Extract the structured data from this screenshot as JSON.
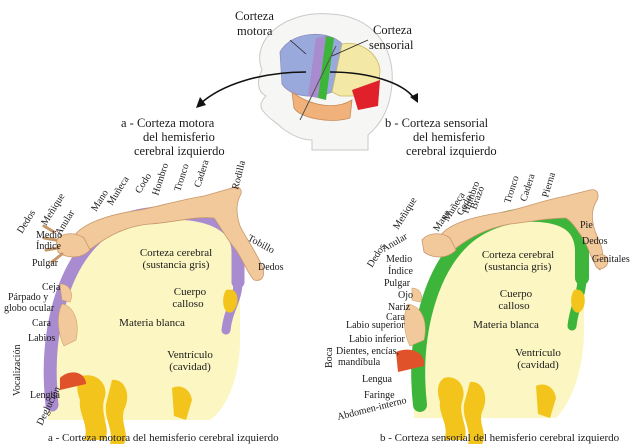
{
  "top": {
    "motor_title_1": "Corteza",
    "motor_title_2": "motora",
    "sensory_title_1": "Corteza",
    "sensory_title_2": "sensorial"
  },
  "panel_a": {
    "heading_1": "a - Corteza motora",
    "heading_2": "del hemisferio",
    "heading_3": "cerebral izquierdo",
    "caption": "a - Corteza motora del hemisferio cerebral izquierdo",
    "inner": {
      "cortex_1": "Corteza cerebral",
      "cortex_2": "(sustancia gris)",
      "callosum_1": "Cuerpo",
      "callosum_2": "calloso",
      "white": "Materia blanca",
      "ventricle_1": "Ventrículo",
      "ventricle_2": "(cavidad)"
    },
    "parts": {
      "dedos": "Dedos",
      "menique": "Meñique",
      "anular": "Anular",
      "medio": "Medio",
      "indice": "Índice",
      "pulgar": "Pulgar",
      "mano": "Mano",
      "muneca": "Muñeca",
      "codo": "Codo",
      "hombro": "Hombro",
      "tronco": "Tronco",
      "cadera": "Cadera",
      "rodilla": "Rodilla",
      "tobillo": "Tobillo",
      "dedos_pie": "Dedos",
      "ceja": "Ceja",
      "parpado": "Párpado y",
      "globo": "globo ocular",
      "cara": "Cara",
      "labios": "Labios",
      "lengua": "Lengua",
      "vocalizacion": "Vocalización",
      "deglucion": "Deglución"
    }
  },
  "panel_b": {
    "heading_1": "b - Corteza sensorial",
    "heading_2": "del hemisferio",
    "heading_3": "cerebral izquierdo",
    "caption": "b - Corteza sensorial del hemisferio cerebral izquierdo",
    "inner": {
      "cortex_1": "Corteza cerebral",
      "cortex_2": "(sustancia gris)",
      "callosum_1": "Cuerpo",
      "callosum_2": "calloso",
      "white": "Materia blanca",
      "ventricle_1": "Ventrículo",
      "ventricle_2": "(cavidad)"
    },
    "parts": {
      "dedos": "Dedos",
      "menique": "Meñique",
      "anular": "Anular",
      "medio": "Medio",
      "indice": "Índice",
      "pulgar": "Pulgar",
      "mano": "Mano",
      "muneca": "Muñeca",
      "codo": "Codo",
      "brazo": "Brazo",
      "hombro": "Hombro",
      "tronco": "Tronco",
      "cadera": "Cadera",
      "pierna": "Pierna",
      "pie": "Pie",
      "dedos_pie": "Dedos",
      "genitales": "Genitales",
      "ojo": "Ojo",
      "nariz": "Nariz",
      "cara": "Cara",
      "labio_sup": "Labio superior",
      "labio_inf": "Labio inferior",
      "dientes_1": "Dientes, encías,",
      "dientes_2": "mandíbula",
      "boca": "Boca",
      "lengua": "Lengua",
      "faringe": "Faringe",
      "abdomen": "Abdomen-interno"
    }
  },
  "colors": {
    "motor_cortex": "#a98bd0",
    "sensory_cortex": "#3db53a",
    "white_matter": "#fbf6c2",
    "skin": "#f2c99a",
    "ventricle": "#f3c51c",
    "tongue": "#e0522a"
  }
}
